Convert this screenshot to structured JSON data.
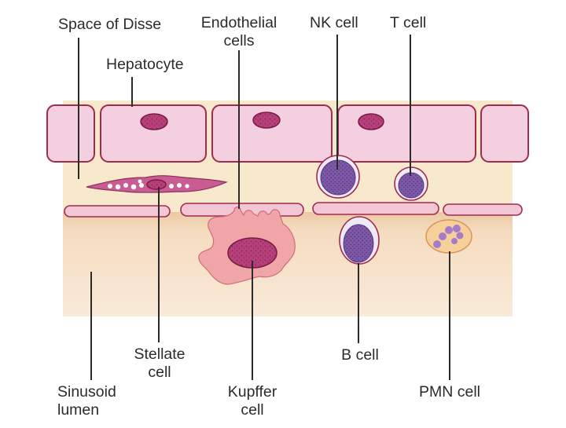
{
  "colors": {
    "background": "#ffffff",
    "hepatocyte_fill": "#f4cfe0",
    "hepatocyte_stroke": "#a12a4f",
    "nucleus_fill": "#b7407a",
    "space_of_disse": "#f8e9cc",
    "sinusoid_lumen": "#f5dcc0",
    "endothelial_fill": "#f3c6d6",
    "kupffer_fill": "#f0a6a8",
    "lymphocyte_fill": "#7e5aa6",
    "pmn_fill": "#f6cf9a",
    "pmn_nucleus": "#a57cc8",
    "leader_line": "#2b2b2b"
  },
  "labels": {
    "space_of_disse": "Space of Disse",
    "hepatocyte": "Hepatocyte",
    "endothelial": [
      "Endothelial",
      "cells"
    ],
    "nk_cell": "NK cell",
    "t_cell": "T cell",
    "stellate": [
      "Stellate",
      "cell"
    ],
    "kupffer": [
      "Kupffer",
      "cell"
    ],
    "b_cell": "B cell",
    "pmn_cell": "PMN cell",
    "sinusoid_lumen": [
      "Sinusoid",
      "lumen"
    ]
  }
}
